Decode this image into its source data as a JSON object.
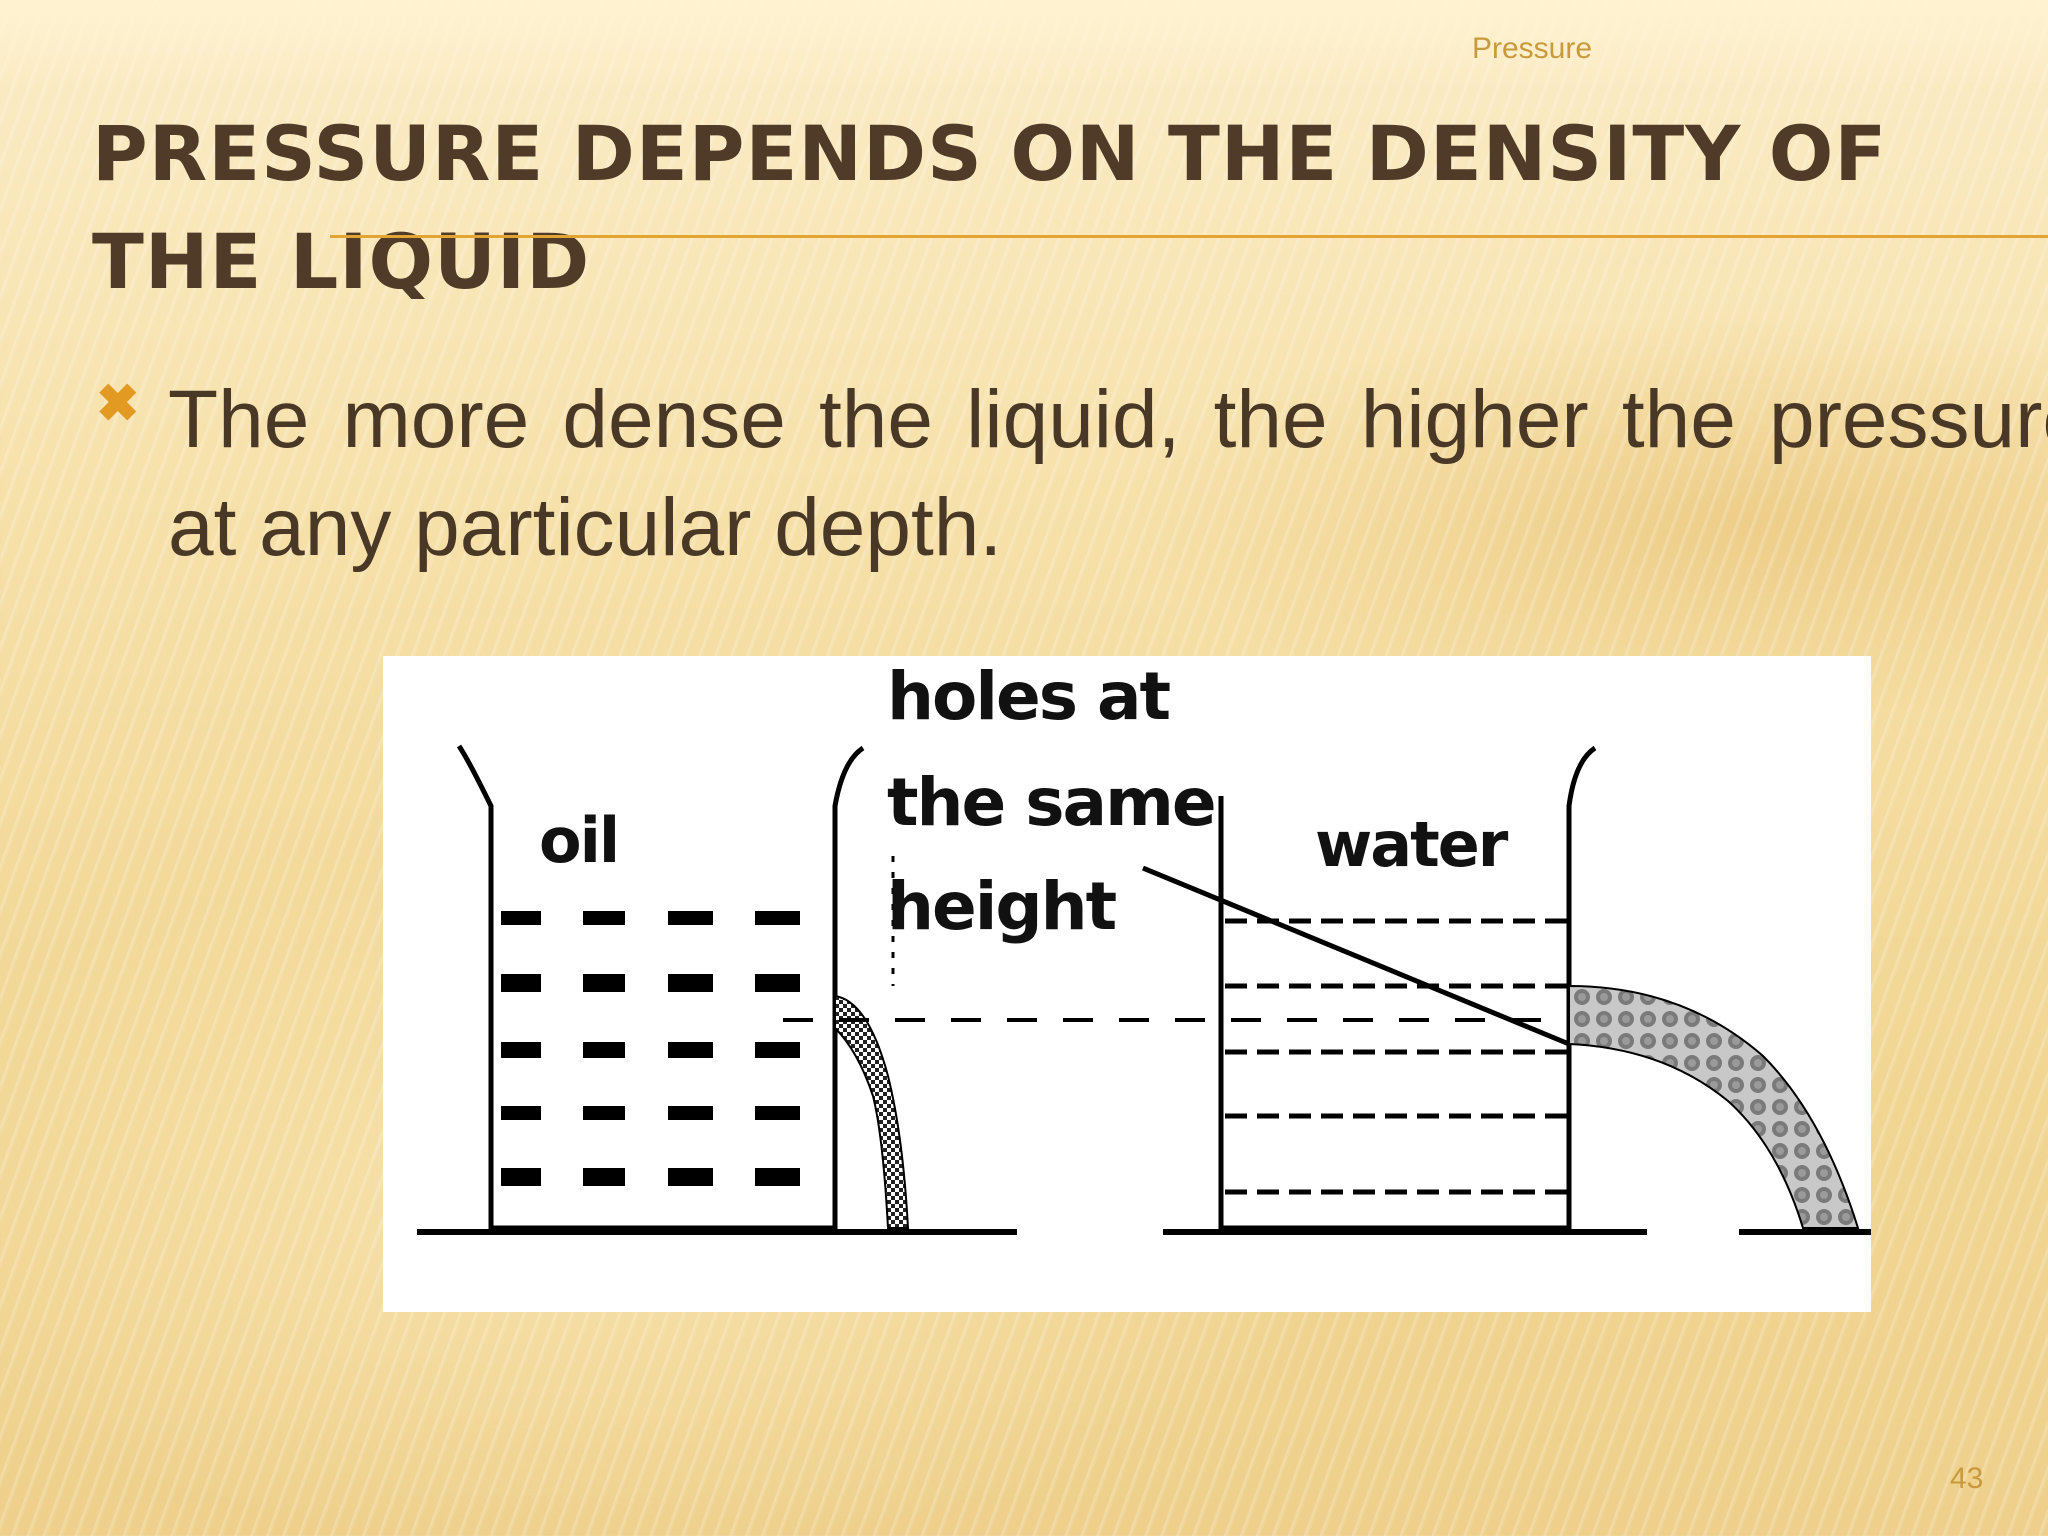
{
  "header": {
    "section_label": "Pressure"
  },
  "slide": {
    "title": "PRESSURE DEPENDS ON THE DENSITY OF THE LIQUID",
    "bullets": [
      {
        "icon": "x-mark-bullet-icon",
        "text": "The more dense the liquid, the higher the pressure at any particular depth."
      }
    ],
    "page_number": "43"
  },
  "figure": {
    "labels": {
      "left_container": "oil",
      "right_container": "water",
      "annotation_line1": "holes at",
      "annotation_line2": "the same",
      "annotation_line3": "height"
    }
  },
  "colors": {
    "title_text": "#4f3b27",
    "body_text": "#4a3826",
    "accent": "#e39a22",
    "header_text": "#c89a3c"
  }
}
